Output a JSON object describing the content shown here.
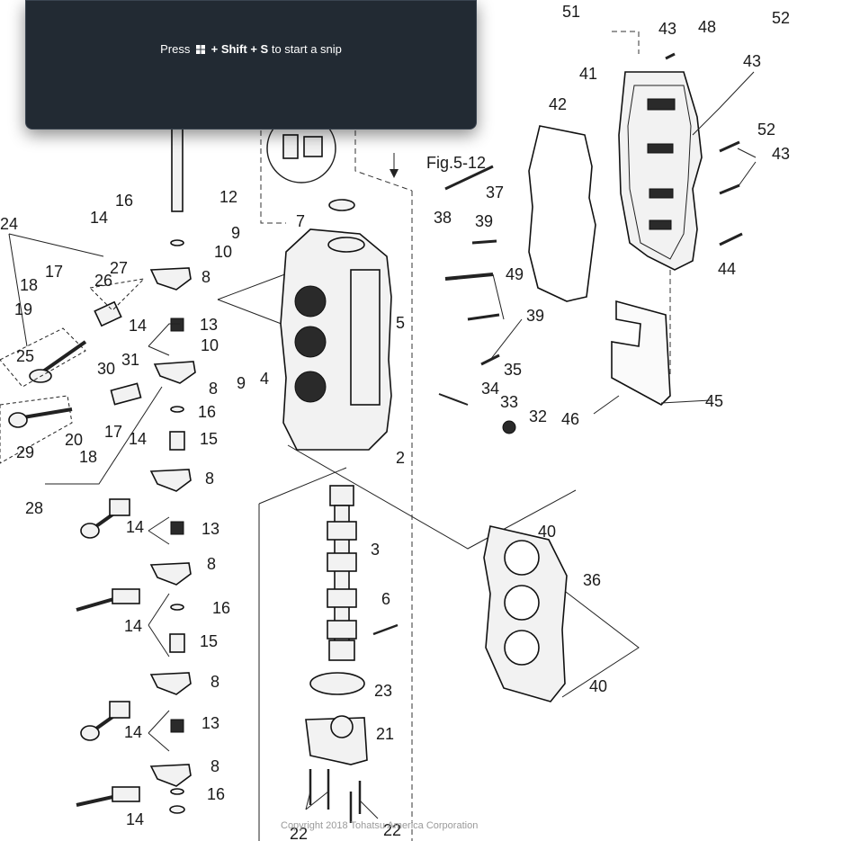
{
  "snip_toast": {
    "text_prefix": "Press",
    "key_win": "windows-key-icon",
    "text_plus1": "+",
    "key_shift": "Shift",
    "text_plus2": "+",
    "key_s": "S",
    "text_suffix": "to start a snip"
  },
  "diagram": {
    "figure_ref": "Fig.5-12",
    "copyright": "Copyright 2018 Tohatsu America Corporation",
    "labels": {
      "l51": "51",
      "l52a": "52",
      "l52b": "52",
      "l43a": "43",
      "l43b": "43",
      "l43c": "43",
      "l48": "48",
      "l41": "41",
      "l42": "42",
      "l44": "44",
      "l45": "45",
      "l46": "46",
      "l37": "37",
      "l38": "38",
      "l39a": "39",
      "l39b": "39",
      "l49": "49",
      "l5": "5",
      "l35": "35",
      "l34": "34",
      "l33": "33",
      "l32": "32",
      "l2": "2",
      "l4": "4",
      "l7": "7",
      "l12": "12",
      "l9a": "9",
      "l9b": "9",
      "l10a": "10",
      "l10b": "10",
      "l16a": "16",
      "l16b": "16",
      "l16c": "16",
      "l16d": "16",
      "l14a": "14",
      "l14b": "14",
      "l14c": "14",
      "l14d": "14",
      "l14e": "14",
      "l14f": "14",
      "l14g": "14",
      "l24": "24",
      "l27": "27",
      "l26": "26",
      "l17a": "17",
      "l17b": "17",
      "l18a": "18",
      "l18b": "18",
      "l19": "19",
      "l25": "25",
      "l8a": "8",
      "l8b": "8",
      "l8c": "8",
      "l8d": "8",
      "l8e": "8",
      "l8f": "8",
      "l13a": "13",
      "l13b": "13",
      "l13c": "13",
      "l31": "31",
      "l30": "30",
      "l15a": "15",
      "l15b": "15",
      "l29": "29",
      "l20": "20",
      "l28": "28",
      "l3": "3",
      "l6": "6",
      "l23": "23",
      "l21": "21",
      "l22a": "22",
      "l22b": "22",
      "l36": "36",
      "l40a": "40",
      "l40b": "40"
    }
  }
}
